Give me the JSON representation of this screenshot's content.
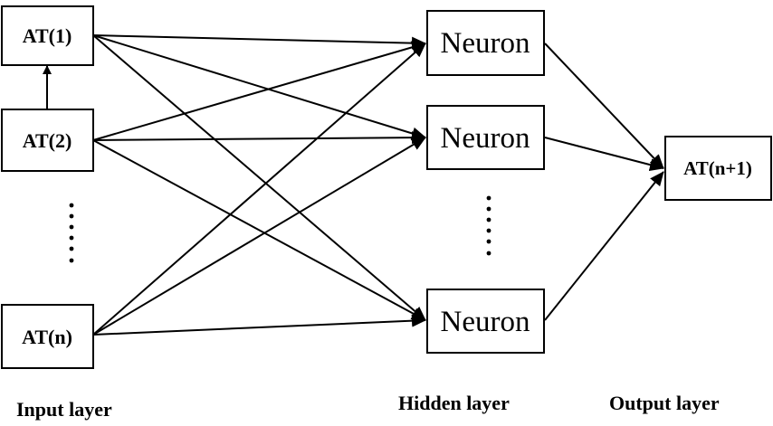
{
  "inputs": [
    "AT(1)",
    "AT(2)",
    "AT(n)"
  ],
  "hidden": [
    "Neuron",
    "Neuron",
    "Neuron"
  ],
  "output": "AT(n+1)",
  "layers": {
    "input": "Input layer",
    "hidden": "Hidden layer",
    "output": "Output layer"
  },
  "colors": {
    "line": "#000000",
    "background": "#ffffff"
  }
}
